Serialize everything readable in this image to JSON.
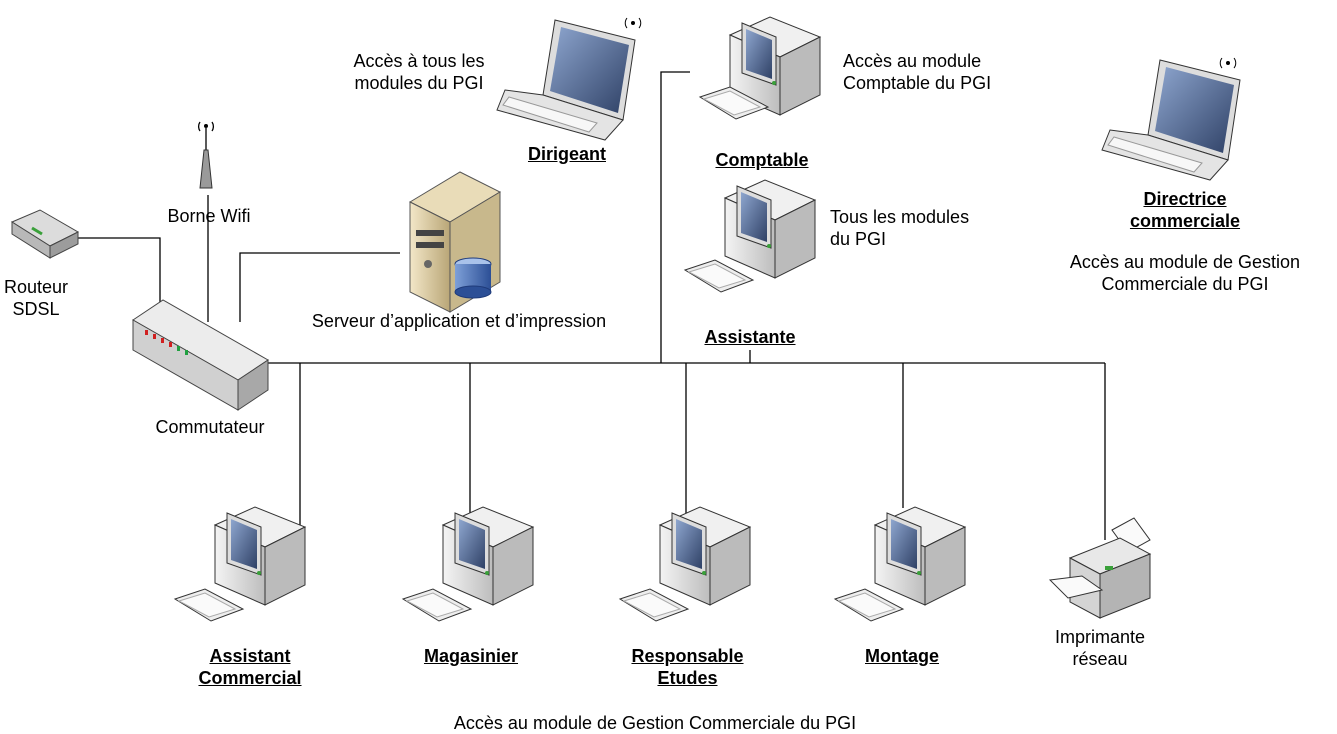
{
  "labels": {
    "borne": "Borne Wifi",
    "routeur": "Routeur\nSDSL",
    "serveur": "Serveur d’application et d’impression",
    "commutateur": "Commutateur",
    "imprimante": "Imprimante\nréseau",
    "bottom_access": "Accès au module de Gestion Commerciale du PGI"
  },
  "users": {
    "dirigeant": {
      "title": "Dirigeant",
      "access": "Accès à tous les\nmodules du PGI"
    },
    "comptable": {
      "title": "Comptable",
      "access": "Accès au module\nComptable du PGI"
    },
    "assistante": {
      "title": "Assistante",
      "access": "Tous les modules\ndu PGI"
    },
    "directrice": {
      "title": "Directrice\ncommerciale",
      "access": "Accès au module de Gestion\nCommerciale du PGI"
    },
    "assistant_commercial": {
      "title": "Assistant\nCommercial"
    },
    "magasinier": {
      "title": "Magasinier"
    },
    "responsable": {
      "title": "Responsable\nEtudes"
    },
    "montage": {
      "title": "Montage"
    }
  },
  "colors": {
    "line": "#000000",
    "screen": "#4a5f86",
    "tower": "#e6e6e6",
    "accent": "#3aa03a"
  }
}
